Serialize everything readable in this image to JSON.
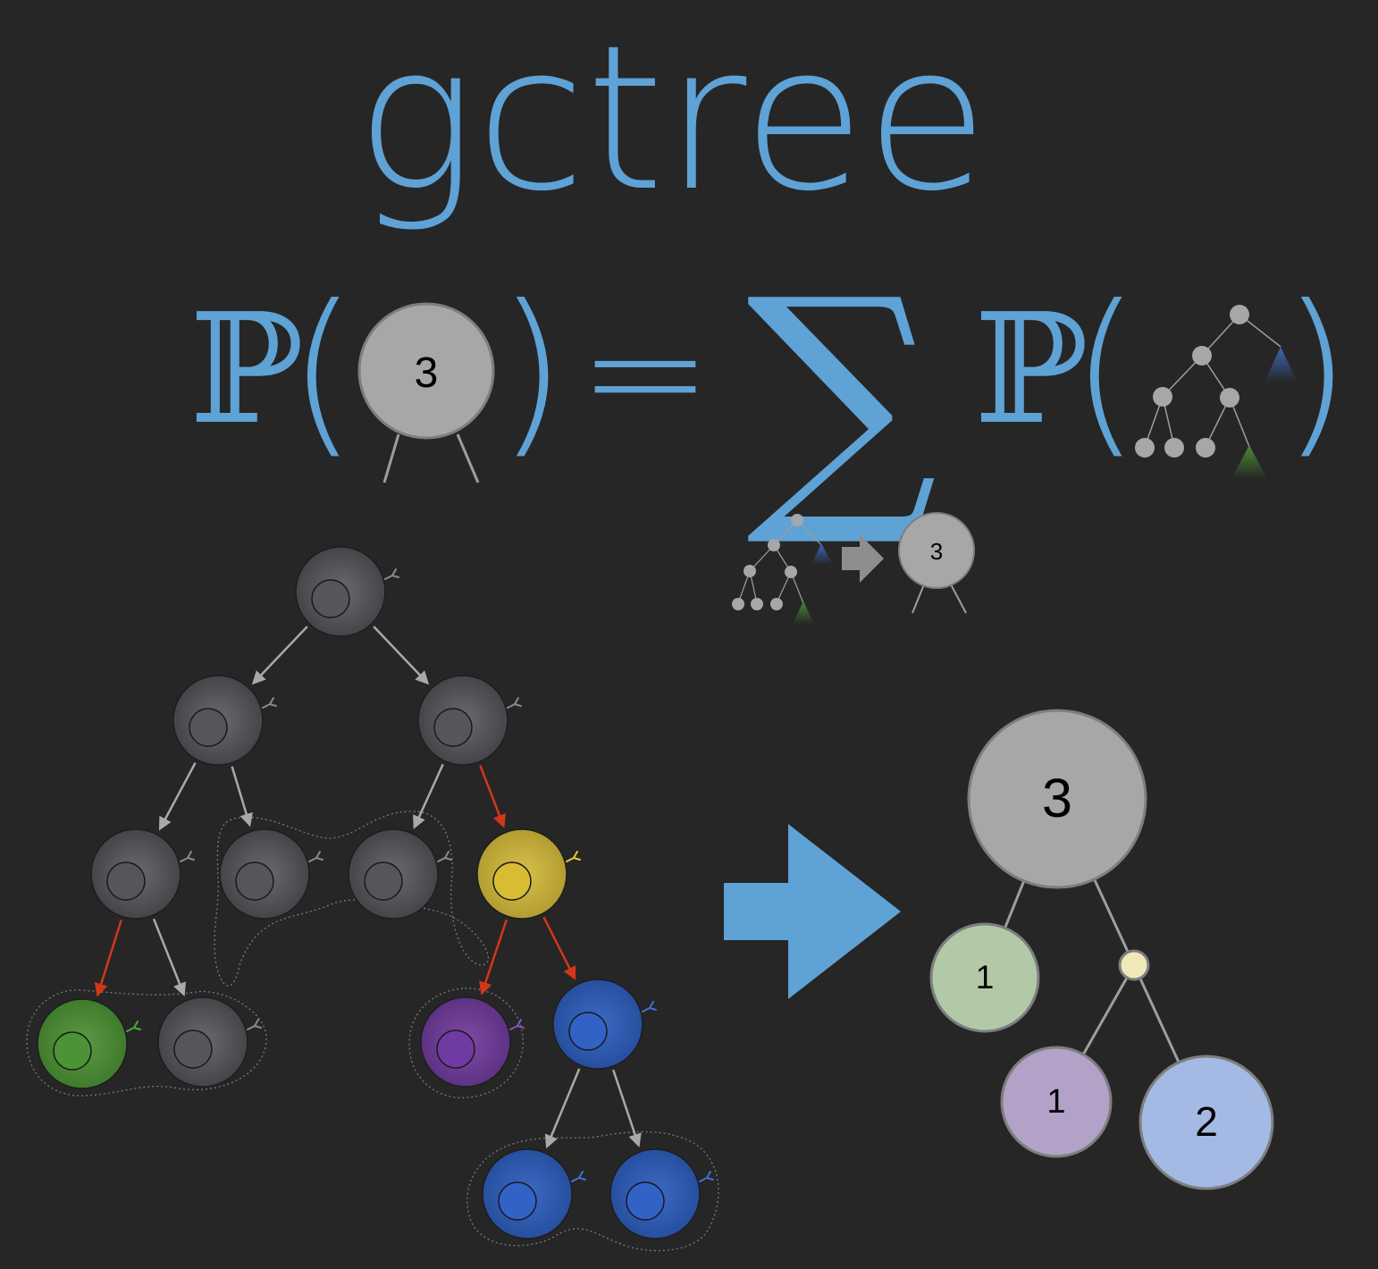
{
  "title": "gctree",
  "formula": {
    "prob_symbol": "ℙ",
    "open_paren": "(",
    "close_paren": ")",
    "equals": "=",
    "sum": "∑",
    "node_count": "3",
    "sum_subscript_node_count": "3"
  },
  "colors": {
    "background": "#262626",
    "accent": "#5fa2d6",
    "cell_gray": "#4a4b4f",
    "cell_green": "#4a8a35",
    "cell_yellow": "#c9b23b",
    "cell_purple": "#6d3c95",
    "cell_blue": "#2f5cb5",
    "mutation_arrow": "#d2371c",
    "node_gray": "#a6a7a6",
    "node_green": "#b2c9a8",
    "node_purple": "#b3a1c8",
    "node_blue": "#a4b9e3",
    "node_unobserved": "#efe9b9"
  },
  "genealogy": {
    "cells": [
      {
        "id": "c0",
        "color": "gray"
      },
      {
        "id": "c1",
        "color": "gray"
      },
      {
        "id": "c2",
        "color": "gray"
      },
      {
        "id": "c3",
        "color": "gray"
      },
      {
        "id": "c4",
        "color": "gray"
      },
      {
        "id": "c5",
        "color": "gray"
      },
      {
        "id": "c6",
        "color": "yellow"
      },
      {
        "id": "c7",
        "color": "green"
      },
      {
        "id": "c8",
        "color": "gray"
      },
      {
        "id": "c9",
        "color": "purple"
      },
      {
        "id": "c10",
        "color": "blue"
      },
      {
        "id": "c11",
        "color": "blue"
      },
      {
        "id": "c12",
        "color": "blue"
      }
    ],
    "edges": [
      {
        "from": "c0",
        "to": "c1",
        "mutation": false
      },
      {
        "from": "c0",
        "to": "c2",
        "mutation": false
      },
      {
        "from": "c1",
        "to": "c3",
        "mutation": false
      },
      {
        "from": "c1",
        "to": "c4",
        "mutation": false
      },
      {
        "from": "c2",
        "to": "c5",
        "mutation": false
      },
      {
        "from": "c2",
        "to": "c6",
        "mutation": true
      },
      {
        "from": "c3",
        "to": "c7",
        "mutation": true
      },
      {
        "from": "c3",
        "to": "c8",
        "mutation": false
      },
      {
        "from": "c6",
        "to": "c9",
        "mutation": true
      },
      {
        "from": "c6",
        "to": "c10",
        "mutation": true
      },
      {
        "from": "c10",
        "to": "c11",
        "mutation": false
      },
      {
        "from": "c10",
        "to": "c12",
        "mutation": false
      }
    ]
  },
  "collapsed_tree": {
    "nodes": [
      {
        "id": "root",
        "label": "3",
        "color": "gray"
      },
      {
        "id": "n1",
        "label": "1",
        "color": "green"
      },
      {
        "id": "u",
        "label": "",
        "color": "unobserved"
      },
      {
        "id": "n2",
        "label": "1",
        "color": "purple"
      },
      {
        "id": "n3",
        "label": "2",
        "color": "blue"
      }
    ],
    "edges": [
      [
        "root",
        "n1"
      ],
      [
        "root",
        "u"
      ],
      [
        "u",
        "n2"
      ],
      [
        "u",
        "n3"
      ]
    ]
  }
}
